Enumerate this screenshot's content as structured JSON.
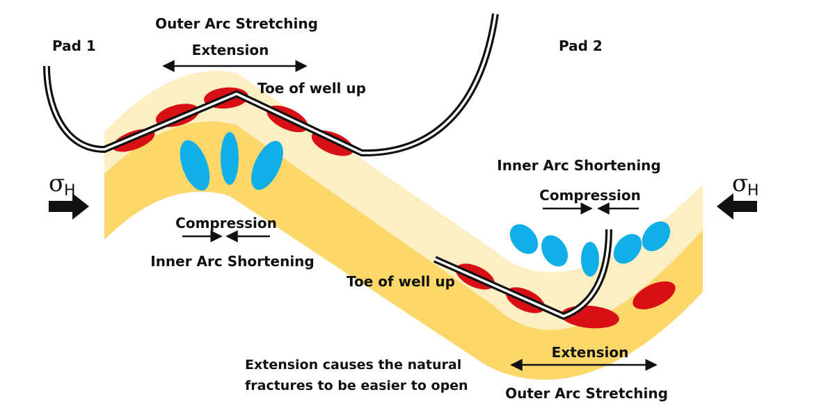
{
  "labels": {
    "pad1": "Pad 1",
    "pad2": "Pad 2",
    "outer_arc_top": "Outer Arc Stretching",
    "extension_top": "Extension",
    "toe_top": "Toe of well up",
    "compression_left": "Compression",
    "inner_arc_left": "Inner Arc Shortening",
    "inner_arc_right": "Inner Arc Shortening",
    "compression_right": "Compression",
    "toe_bottom": "Toe of well up",
    "extension_bottom": "Extension",
    "outer_arc_bottom": "Outer Arc Stretching",
    "note_line1": "Extension causes the natural",
    "note_line2": "fractures to be easier to open",
    "sigma_left": "σ",
    "sigma_left_sub": "H",
    "sigma_right": "σ",
    "sigma_right_sub": "H"
  },
  "colors": {
    "light_layer": "#fdefc4",
    "dark_layer": "#fcd86a",
    "fracture_open": "#d90f16",
    "fracture_closed": "#12aee8",
    "wellbore": "#111111"
  }
}
